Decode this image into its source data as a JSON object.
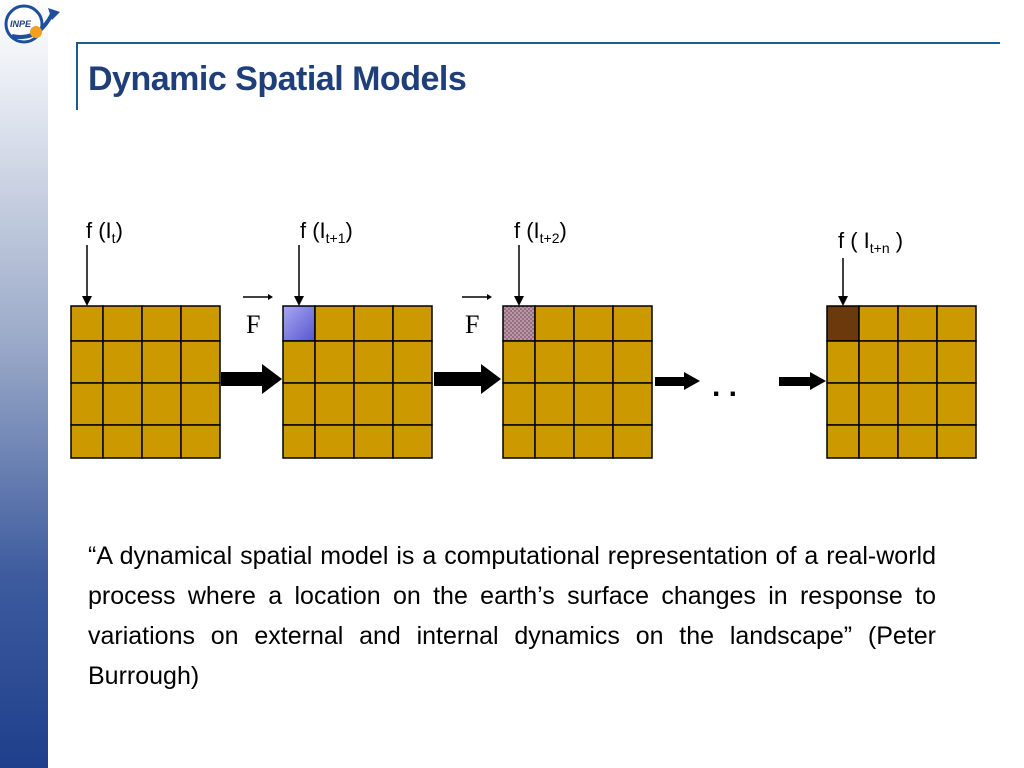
{
  "slide": {
    "title": "Dynamic Spatial Models",
    "logo_text": "INPE"
  },
  "diagram": {
    "labels": [
      {
        "prefix": "f (I",
        "sub": "t",
        "suffix": ")"
      },
      {
        "prefix": "f (I",
        "sub": "t+1",
        "suffix": ")"
      },
      {
        "prefix": "f (I",
        "sub": "t+2",
        "suffix": ")"
      },
      {
        "prefix": "f ( I",
        "sub": "t+n",
        "suffix": " )"
      }
    ],
    "transition_symbol": "F",
    "ellipsis": ". .",
    "colors": {
      "cell": "#cc9a00",
      "cell_border": "#000000",
      "highlight_t1": "#7b7be0",
      "highlight_t2": "#a9879c",
      "highlight_tn": "#6b3a0c"
    }
  },
  "quote": {
    "text": "“A dynamical spatial model is a computational representation of a real-world process where a location on the earth’s surface changes in response to variations on external and internal dynamics on the landscape” (Peter Burrough)"
  }
}
